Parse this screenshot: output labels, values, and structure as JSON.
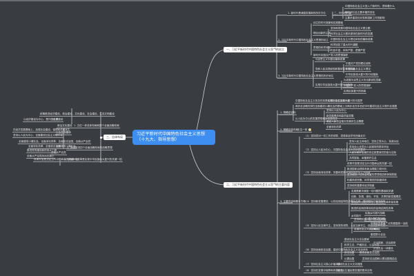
{
  "root": {
    "label": "习近平新时代中国特色社会主义思想（十九大、指导思想）"
  },
  "branches": {
    "b1": {
      "label": "一、习近平新时代中国特色社会主义思想的创立",
      "children": [
        {
          "label": "1. 新时代是我国发展新的历史方位",
          "children": [
            {
              "label": "二、时代的内涵",
              "children": [
                "中国特色社会主义进入了新时代，意味着什么",
                "新时代社会主要矛盾的变化",
                "主要矛盾变化对党和国家工作的影响"
              ]
            }
          ]
        },
        {
          "label": "2. 习近平新时代中国特色社会主义思想的创立",
          "children": [
            {
              "label": "创立的时代背景和实践基础",
              "children": []
            },
            {
              "label": "理论创新的主线",
              "children": [
                "坚持和发展中国特色社会主义是主题",
                "科学社会主义基本原则在新时代的发展",
                "中国特色社会主义理论体系的最新成果"
              ]
            },
            {
              "label": "思想的科学体系",
              "children": [
                "科学回答了重大时代课题",
                "内容丰富、体系严整、逻辑严密"
              ]
            },
            {
              "label": "新时代中国共产党人的思想旗帜",
              "children": []
            }
          ]
        },
        {
          "label": "3. 习近平新时代中国特色社会主义思想的历史地位",
          "children": [
            {
              "label": "马克思主义中国化最新成果",
              "children": []
            },
            {
              "label": "党和人民实践经验和集体智慧的结晶",
              "children": [
                "中国共产党的理论创新",
                "中国特色社会主义理论",
                "中华民族伟大复兴的行动指南"
              ]
            },
            {
              "label": "实现中华民族伟大复兴的行动指南",
              "children": [
                "为发展马克思主义作出原创性贡献",
                "中国共产党人的思想旗帜",
                "实现民族复兴的指南"
              ]
            }
          ]
        }
      ]
    },
    "b2": {
      "label": "二、习近平新时代中国特色社会主义思想的主要内容",
      "children": [
        {
          "label": "1. 明确总目标",
          "children": [
            {
              "label": "中国特色社会主义的总任务是实现社会主义现代化",
              "children": [
                "实现中华民族伟大复兴的中国梦"
              ]
            },
            {
              "label": "两步走战略安排",
              "children": [
                "在全面建成小康社会的基础上分两步走在本世纪中叶建成社会主义现代化强国"
              ]
            },
            {
              "label": "以人民为中心的发展思想和新发展理念",
              "children": [
                "坚持以人民为中心",
                "新发展理念和高质量发展",
                "满足人民日益增长的美好生活需要",
                "全面深化改革"
              ]
            }
          ]
        },
        {
          "label": "2. 明确总体布局",
          "children": [
            {
              "label": "五位一体",
              "badge": true,
              "children": []
            }
          ]
        },
        {
          "label": "3. 主要内容和基本方略",
          "children": [
            {
              "label": "（1）坚持党对一切工作的领导，党政军民学东西南北中",
              "children": []
            },
            {
              "label": "（2）坚持以人民为中心，中国特色社会主义的本质要求",
              "children": [
                "坚持人民主体地位，坚持立党为公、执政为民",
                "坚持全心全意为人民服务的根本宗旨",
                "人民对美好生活的向往就是我们的奋斗目标",
                "共同富裕、幸福美好生活"
              ]
            },
            {
              "label": "（3）坚持全面深化改革，完善和发展中国特色社会主义制度",
              "children": [
                "改革开放是决定当代中国命运的关键一招",
                "推进国家治理体系和治理能力现代化",
                "坚决破除一切不合时宜的思想观念和体制机制",
                "构建系统完备、科学规范的制度体系",
                "坚持和完善基本经济制度"
              ]
            },
            {
              "label": "（4）坚持新发展理念，以供给侧结构性改革为主线，建设现代化经济体系",
              "children": [
                "发展是解决我国一切问题的基础和关键",
                "创新、协调、绿色、开放、共享的新发展理念",
                "建设现代化经济体系，推动经济高质量发展",
                {
                  "label": "推进供给侧改革",
                  "children": [
                    "深化供给侧结构性改革"
                  ]
                },
                {
                  "label": "乡村振兴",
                  "children": [
                    "实施乡村振兴战略",
                    "区域协调发展战略"
                  ]
                }
              ]
            },
            {
              "label": "（5）坚持人民当家作主，坚持党的领导、人民当家作主、依法治国有机统一",
              "children": [
                "坚持和完善人民代表大会制度",
                {
                  "label": "发展社会主义民主政治",
                  "children": [
                    "巩固和发展最广泛的爱国统一战线",
                    "协商民主",
                    "基层群众自治"
                  ]
                }
              ]
            },
            {
              "label": "（6）坚持全面依法治国，建设中国特色社会主义法治体系",
              "children": [
                "建设社会主义法治国家",
                {
                  "label": "科学立法、严格执法、公正司法",
                  "children": [
                    "法治国家、法治政府",
                    "法治社会一体建设"
                  ]
                },
                {
                  "label": "依法治国",
                  "children": [
                    "推进全面依法治国"
                  ]
                },
                {
                  "label": "以德治国",
                  "children": [
                    "坚持依法治国和以德治国相结合"
                  ]
                }
              ]
            },
            {
              "label": "（7）坚持社会主义核心价值体系",
              "children": [
                "建设社会主义文化强国"
              ]
            },
            {
              "label": "（8）坚持在发展中保障和改善民生",
              "children": [
                "增进民生福祉是发展的根本目的"
              ]
            }
          ]
        }
      ]
    },
    "b3": {
      "label": "三、总体布局",
      "children": [
        {
          "label": "1. 五位一体总体布局和四个全面战略布局",
          "children": [
            "统筹推进经济建设、政治建设、文化建设、社会建设、生态文明建设",
            {
              "label": "经济建设",
              "children": [
                "以经济建设为中心，是兴国之要"
              ]
            },
            {
              "label": "政治文化建设",
              "children": []
            },
            {
              "label": "社会生态建设",
              "children": [
                "在经济发展基础上，加强社会建设，保障和改善民生",
                "坚持以人民为中心，全面建设社会主义现代化"
              ]
            }
          ]
        },
        {
          "label": "2. 协调推进四个全面战略布局的战略思想",
          "children": [
            "全面建成小康社会，全面深化改革，全面依法治国，全面从严治党",
            {
              "label": "全面建成小康社会",
              "children": [
                "全面深化改革、全面依法治国"
              ]
            },
            {
              "label": "全面从严治党",
              "children": [
                "推进党的建设新的伟大工程",
                "全面从严治党永远在路上"
              ]
            }
          ]
        },
        {
          "label": "3. 全面深化改革是实现中华民族伟大复兴的关键一招",
          "children": [
            "改革开放是决定当代中国命运的关键一招"
          ]
        }
      ]
    }
  }
}
